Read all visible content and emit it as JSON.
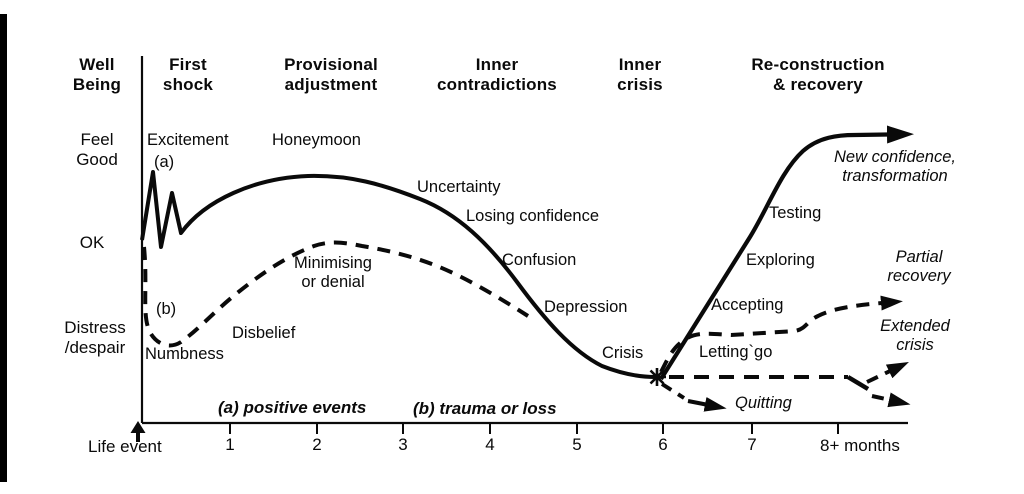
{
  "y_axis": {
    "title": "Well\nBeing",
    "levels": [
      {
        "label": "Feel\nGood"
      },
      {
        "label": "OK"
      },
      {
        "label": "Distress\n/despair"
      }
    ]
  },
  "x_axis": {
    "origin_label": "Life event",
    "ticks": [
      "1",
      "2",
      "3",
      "4",
      "5",
      "6",
      "7"
    ],
    "last_tick": "8+ months"
  },
  "phases": [
    {
      "label": "First\nshock"
    },
    {
      "label": "Provisional\nadjustment"
    },
    {
      "label": "Inner\ncontradictions"
    },
    {
      "label": "Inner\ncrisis"
    },
    {
      "label": "Re-construction\n& recovery"
    }
  ],
  "curve_a": {
    "marker": "(a)",
    "legend": "(a) positive events",
    "annotations": {
      "excitement": "Excitement",
      "honeymoon": "Honeymoon",
      "uncertainty": "Uncertainty",
      "losing_confidence": "Losing confidence",
      "confusion": "Confusion",
      "depression": "Depression",
      "crisis": "Crisis",
      "testing": "Testing",
      "exploring": "Exploring",
      "new_confidence": "New confidence,\ntransformation"
    }
  },
  "curve_b": {
    "marker": "(b)",
    "legend": "(b) trauma or loss",
    "annotations": {
      "numbness": "Numbness",
      "disbelief": "Disbelief",
      "minimising": "Minimising\nor denial",
      "accepting": "Accepting",
      "letting_go": "Letting`go",
      "quitting": "Quitting",
      "partial_recovery": "Partial\nrecovery",
      "extended_crisis": "Extended\ncrisis"
    }
  },
  "line_color": "#0a0a0a"
}
